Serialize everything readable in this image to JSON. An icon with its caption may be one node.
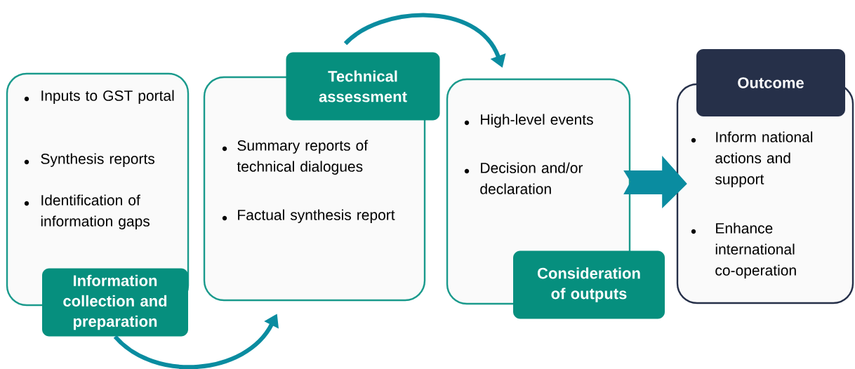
{
  "diagram": {
    "nodes": [
      {
        "text": [
          "Inputs to GST portal",
          "Synthesis reports",
          "Identification of information gaps",
          "Information collection and preparation"
        ]
      },
      {
        "text": [
          "Technical assessment",
          "Summary reports of technical dialogues",
          "Factual synthesis report"
        ]
      },
      {
        "text": [
          "High-level events",
          "Decision and/or declaration",
          "Consideration of outputs"
        ]
      },
      {
        "text": [
          "Outcome",
          "Inform national actions and support",
          "Enhance international co-operation"
        ]
      }
    ],
    "edges": [
      {
        "from": 0,
        "to": 1,
        "arrow": "to"
      },
      {
        "from": 1,
        "to": 2,
        "arrow": "to"
      },
      {
        "from": 2,
        "to": 3,
        "arrow": "to",
        "style": "thick"
      }
    ]
  }
}
